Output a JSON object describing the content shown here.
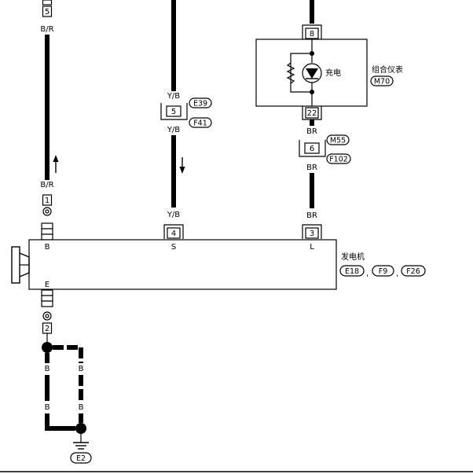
{
  "wires": {
    "left_top_color": "B/R",
    "left_bottom_color": "B/R",
    "middle_top_color": "Y/B",
    "middle_mid_color": "Y/B",
    "middle_bottom_color": "Y/B",
    "right_top_color": "BR",
    "right_mid_color": "BR",
    "right_bottom_color": "BR",
    "ground_left_top": "B",
    "ground_left_bottom": "B",
    "ground_right_top": "B",
    "ground_right_bottom": "B"
  },
  "pins": {
    "left_top": "5",
    "left_bottom": "1",
    "ground": "2",
    "middle_connector": "5",
    "middle_bottom": "4",
    "right_top": "8",
    "right_lower": "22",
    "right_mid": "6",
    "right_bottom": "3"
  },
  "connectors": {
    "e39": "E39",
    "f41": "F41",
    "m55": "M55",
    "f102": "F102",
    "m70": "M70",
    "e18": "E18",
    "f9": "F9",
    "f26": "F26",
    "e2": "E2"
  },
  "meter": {
    "title": "组合仪表",
    "lamp_label": "充电"
  },
  "generator": {
    "title": "发电机",
    "terminal_b": "B",
    "terminal_s": "S",
    "terminal_l": "L",
    "terminal_e": "E",
    "separator": ","
  }
}
